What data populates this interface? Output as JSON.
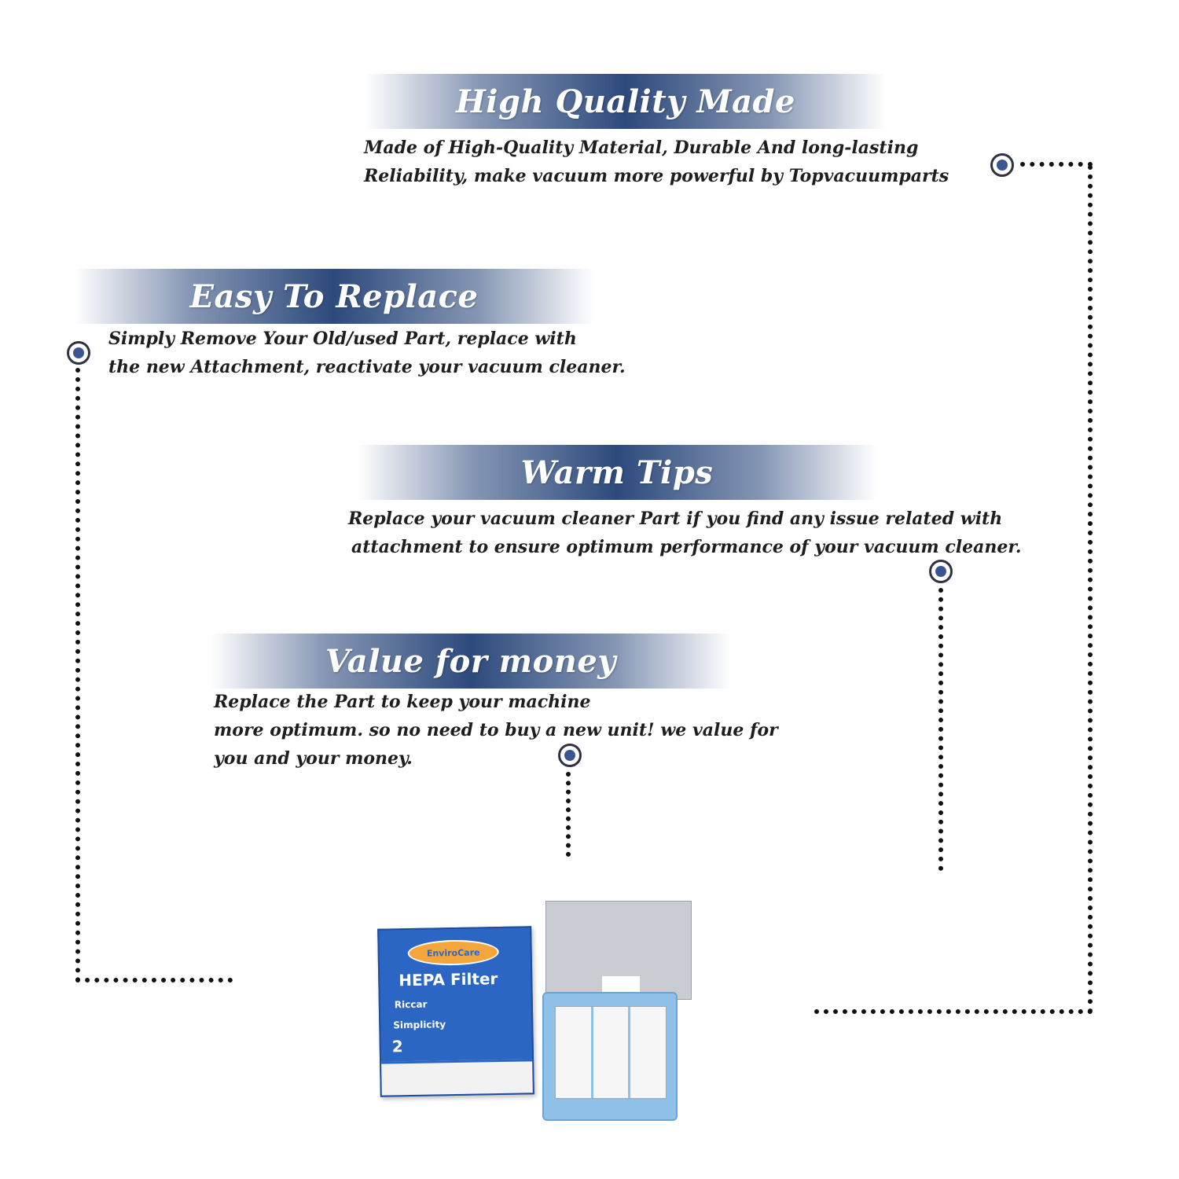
{
  "sections": {
    "quality": {
      "title": "High Quality Made",
      "line1": "Made of  High-Quality Material, Durable And long-lasting",
      "line2": "Reliability, make vacuum more powerful by Topvacuumparts"
    },
    "replace": {
      "title": "Easy To Replace",
      "line1": "Simply Remove Your Old/used Part, replace with",
      "line2": "the new Attachment, reactivate your vacuum cleaner."
    },
    "tips": {
      "title": "Warm Tips",
      "line1": "Replace your vacuum cleaner Part if you find any issue related with",
      "line2": "attachment to ensure optimum performance of your vacuum cleaner."
    },
    "value": {
      "title": "Value for money",
      "line1": "Replace the Part to keep your machine",
      "line2": "more optimum. so no need to buy a new unit! we value for",
      "line3": "you and your money."
    }
  },
  "product": {
    "logo": "EnviroCare",
    "label": "HEPA Filter",
    "brand1": "Riccar",
    "brand2": "Simplicity",
    "count": "2"
  },
  "colors": {
    "banner": "#2d4a7c",
    "marker": "#3a5691",
    "text": "#1e1e1e"
  }
}
